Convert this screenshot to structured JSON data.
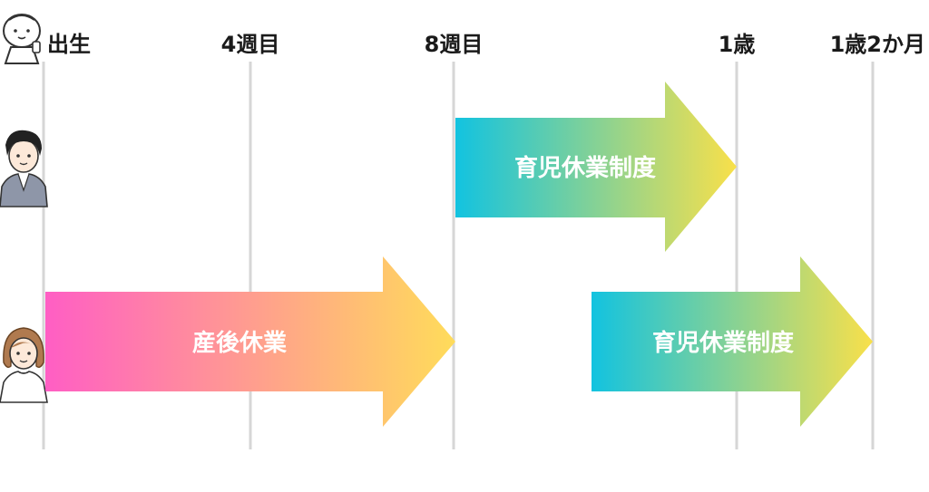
{
  "timeline": {
    "ticks": [
      {
        "label": "出生"
      },
      {
        "label": "4週目"
      },
      {
        "label": "8週目"
      },
      {
        "label": "1歳"
      },
      {
        "label": "1歳2か月"
      }
    ]
  },
  "rows": [
    {
      "role": "baby",
      "icon": "baby-icon"
    },
    {
      "role": "father",
      "icon": "father-icon"
    },
    {
      "role": "mother",
      "icon": "mother-icon"
    }
  ],
  "arrows": {
    "father_leave": {
      "label": "育児休業制度",
      "gradient": [
        "#12c3e0",
        "#f9e04a"
      ]
    },
    "mother_postpartum": {
      "label": "産後休業",
      "gradient": [
        "#ff5ec4",
        "#ffdc5a"
      ]
    },
    "mother_leave": {
      "label": "育児休業制度",
      "gradient": [
        "#12c3e0",
        "#f9e04a"
      ]
    }
  },
  "colors": {
    "gridline": "#d6d6d6",
    "label": "#1a1a1a"
  }
}
